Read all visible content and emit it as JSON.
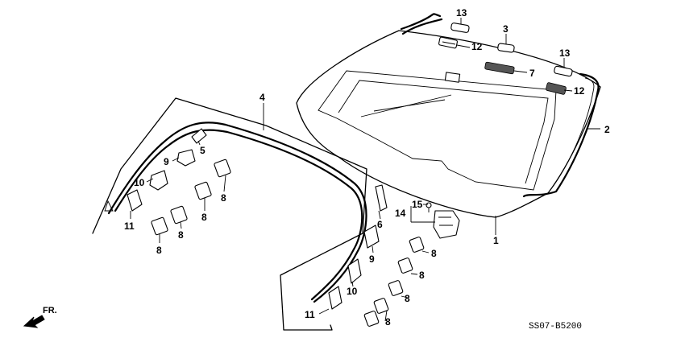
{
  "diagram": {
    "ref_code": "SS07-B5200",
    "direction_label": "FR.",
    "callouts": {
      "windshield": "1",
      "upper_molding": "2",
      "clip_3": "3",
      "side_molding": "4",
      "fastener_5": "5",
      "fastener_6": "6",
      "sensor_bracket": "7",
      "clip": "8",
      "fastener_9": "9",
      "fastener_10": "10",
      "fastener_11": "11",
      "spacer_12": "12",
      "spacer_13": "13",
      "mirror_base": "14",
      "screw_15": "15"
    }
  }
}
